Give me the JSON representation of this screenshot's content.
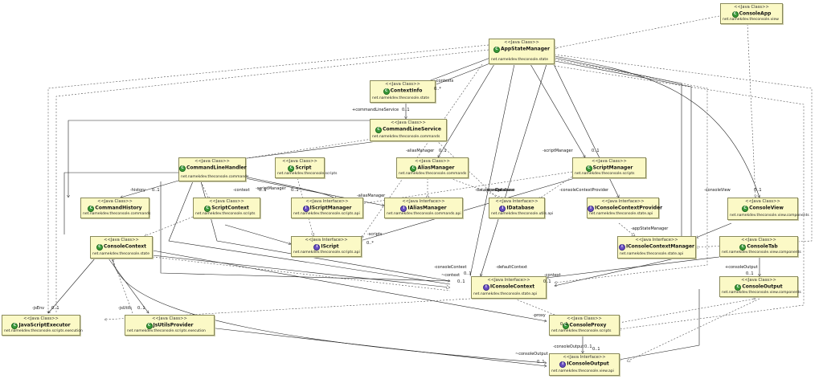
{
  "stereotypes": {
    "class": "<<Java Class>>",
    "interface": "<<Java Interface>>"
  },
  "boxes": [
    {
      "id": "consoleapp",
      "kind": "class",
      "name": "ConsoleApp",
      "package": "net.namekdev.theconsole.view"
    },
    {
      "id": "appstatemanager",
      "kind": "class",
      "name": "AppStateManager",
      "package": "net.namekdev.theconsole.state"
    },
    {
      "id": "contextinfo",
      "kind": "class",
      "name": "ContextInfo",
      "package": "net.namekdev.theconsole.state"
    },
    {
      "id": "commandlineservice",
      "kind": "class",
      "name": "CommandLineService",
      "package": "net.namekdev.theconsole.commands"
    },
    {
      "id": "commandlinehandler",
      "kind": "class",
      "name": "CommandLineHandler",
      "package": "net.namekdev.theconsole.commands"
    },
    {
      "id": "script",
      "kind": "class",
      "name": "Script",
      "package": "net.namekdev.theconsole.scripts"
    },
    {
      "id": "aliasmanager",
      "kind": "class",
      "name": "AliasManager",
      "package": "net.namekdev.theconsole.commands"
    },
    {
      "id": "scriptmanager",
      "kind": "class",
      "name": "ScriptManager",
      "package": "net.namekdev.theconsole.scripts"
    },
    {
      "id": "commandhistory",
      "kind": "class",
      "name": "CommandHistory",
      "package": "net.namekdev.theconsole.commands"
    },
    {
      "id": "scriptcontext",
      "kind": "class",
      "name": "ScriptContext",
      "package": "net.namekdev.theconsole.scripts"
    },
    {
      "id": "iscriptmanager",
      "kind": "interface",
      "name": "IScriptManager",
      "package": "net.namekdev.theconsole.scripts.api"
    },
    {
      "id": "ialiasmanager",
      "kind": "interface",
      "name": "IAliasManager",
      "package": "net.namekdev.theconsole.commands.api"
    },
    {
      "id": "idatabase",
      "kind": "interface",
      "name": "IDatabase",
      "package": "net.namekdev.theconsole.utils.api"
    },
    {
      "id": "iconsolecontextprovider",
      "kind": "interface",
      "name": "IConsoleContextProvider",
      "package": "net.namekdev.theconsole.state.api"
    },
    {
      "id": "consoleview",
      "kind": "class",
      "name": "ConsoleView",
      "package": "net.namekdev.theconsole.view.components"
    },
    {
      "id": "iscript",
      "kind": "interface",
      "name": "IScript",
      "package": "net.namekdev.theconsole.scripts.api"
    },
    {
      "id": "iconsolecontextmanager",
      "kind": "interface",
      "name": "IConsoleContextManager",
      "package": "net.namekdev.theconsole.state.api"
    },
    {
      "id": "consoletab",
      "kind": "class",
      "name": "ConsoleTab",
      "package": "net.namekdev.theconsole.view.components"
    },
    {
      "id": "consolecontext",
      "kind": "class",
      "name": "ConsoleContext",
      "package": "net.namekdev.theconsole.state"
    },
    {
      "id": "iconsolecontext",
      "kind": "interface",
      "name": "IConsoleContext",
      "package": "net.namekdev.theconsole.state.api"
    },
    {
      "id": "consoleoutput",
      "kind": "class",
      "name": "ConsoleOutput",
      "package": "net.namekdev.theconsole.view.components"
    },
    {
      "id": "javascriptexecutor",
      "kind": "class",
      "name": "JavaScriptExecutor",
      "package": "net.namekdev.theconsole.scripts.execution"
    },
    {
      "id": "jsutilsprovider",
      "kind": "class",
      "name": "JsUtilsProvider",
      "package": "net.namekdev.theconsole.scripts.execution"
    },
    {
      "id": "consoleproxy",
      "kind": "class",
      "name": "ConsoleProxy",
      "package": "net.namekdev.theconsole.scripts"
    },
    {
      "id": "iconsoleoutput",
      "kind": "interface",
      "name": "IConsoleOutput",
      "package": "net.namekdev.theconsole.view.api"
    }
  ],
  "labels": [
    {
      "id": "l-contexts",
      "text": "-contexts"
    },
    {
      "id": "l-contexts-mult",
      "text": "0..*"
    },
    {
      "id": "l-cls",
      "text": "+commandLineService"
    },
    {
      "id": "l-cls-mult",
      "text": "0..1"
    },
    {
      "id": "l-aliasmanager",
      "text": "-aliasManager"
    },
    {
      "id": "l-aliasmanager-mult",
      "text": "0..1"
    },
    {
      "id": "l-scriptmanager",
      "text": "-scriptManager"
    },
    {
      "id": "l-scriptmanager-mult",
      "text": "0..1"
    },
    {
      "id": "l-history",
      "text": "-history"
    },
    {
      "id": "l-history-mult",
      "text": "0..1"
    },
    {
      "id": "l-context",
      "text": "-context"
    },
    {
      "id": "l-context-mult",
      "text": "0..1"
    },
    {
      "id": "l-sm2",
      "text": "-scriptManager"
    },
    {
      "id": "l-sm2-mult",
      "text": "0..1"
    },
    {
      "id": "l-am2",
      "text": "-aliasManager"
    },
    {
      "id": "l-db",
      "text": "-databaseDatabase"
    },
    {
      "id": "l-db2",
      "text": "-storage"
    },
    {
      "id": "l-db3",
      "text": "-Database"
    },
    {
      "id": "l-ccp",
      "text": "-consoleContextProvider"
    },
    {
      "id": "l-consoleview",
      "text": "-consoleView"
    },
    {
      "id": "l-consoleview-mult",
      "text": "0..1"
    },
    {
      "id": "l-scripts",
      "text": "-scripts"
    },
    {
      "id": "l-scripts-mult",
      "text": "0..*"
    },
    {
      "id": "l-acm",
      "text": "-appStateManager"
    },
    {
      "id": "l-ctx-multi",
      "text": "-consoleContext"
    },
    {
      "id": "l-ctx-multi2",
      "text": "-defaultContext"
    },
    {
      "id": "l-ctx-mult1",
      "text": "0..1"
    },
    {
      "id": "l-ctx-mult2",
      "text": "0..1"
    },
    {
      "id": "l-context2",
      "text": "~context"
    },
    {
      "id": "l-context3",
      "text": "-context"
    },
    {
      "id": "l-context3-mult",
      "text": "0..1"
    },
    {
      "id": "l-consoleoutput",
      "text": "+consoleOutput"
    },
    {
      "id": "l-consoleoutput-mult",
      "text": "0..1"
    },
    {
      "id": "l-jsenv",
      "text": "-jsEnv"
    },
    {
      "id": "l-jsenv-mult",
      "text": "0..1"
    },
    {
      "id": "l-jsutils",
      "text": "-jsUtils"
    },
    {
      "id": "l-jsutils-mult",
      "text": "0..1"
    },
    {
      "id": "l-proxy",
      "text": "-proxy"
    },
    {
      "id": "l-proxy-mult",
      "text": "0..1"
    },
    {
      "id": "l-co1",
      "text": "~consoleOutput"
    },
    {
      "id": "l-co1-mult",
      "text": "0..1"
    },
    {
      "id": "l-co2",
      "text": "-consoleOutput"
    },
    {
      "id": "l-co2-mult",
      "text": "0..1"
    },
    {
      "id": "l-co3",
      "text": "0..1"
    }
  ]
}
